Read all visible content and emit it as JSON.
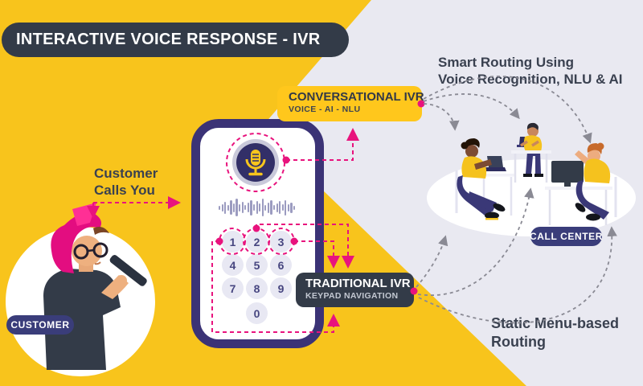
{
  "title": {
    "text": "INTERACTIVE VOICE RESPONSE - IVR"
  },
  "customer": {
    "pill": "CUSTOMER",
    "annotation": {
      "line1": "Customer",
      "line2": "Calls You"
    }
  },
  "labels": {
    "conversational": {
      "title": "CONVERSATIONAL IVR",
      "subtitle": "VOICE - AI - NLU"
    },
    "traditional": {
      "title": "TRADITIONAL IVR",
      "subtitle": "KEYPAD NAVIGATION"
    }
  },
  "call_center": {
    "pill": "CALL CENTER",
    "smart_routing": {
      "line1": "Smart Routing Using",
      "line2": "Voice Recognition, NLU & AI"
    },
    "static_routing": {
      "line1": "Static Menu-based",
      "line2": "Routing"
    }
  },
  "phone": {
    "keypad_keys": [
      "1",
      "2",
      "3",
      "4",
      "5",
      "6",
      "7",
      "8",
      "9",
      "0"
    ],
    "icons": [
      "microphone-icon",
      "voice-waveform"
    ]
  },
  "waveform": {
    "heights": [
      5,
      9,
      15,
      7,
      18,
      11,
      22,
      9,
      14,
      6,
      12,
      19,
      8,
      16,
      10,
      22,
      7,
      13,
      18,
      6,
      11,
      16,
      8,
      19,
      9,
      13,
      5
    ]
  },
  "colors": {
    "background_yellow": "#F8C41C",
    "background_lavender": "#E9E9F1",
    "dark_slate": "#333B48",
    "indigo": "#3B3376",
    "pill_navy": "#3A3D7A",
    "accent_pink": "#E8137D",
    "arrow_gray": "#8A8A94",
    "shirt_yellow": "#F5C21E"
  }
}
